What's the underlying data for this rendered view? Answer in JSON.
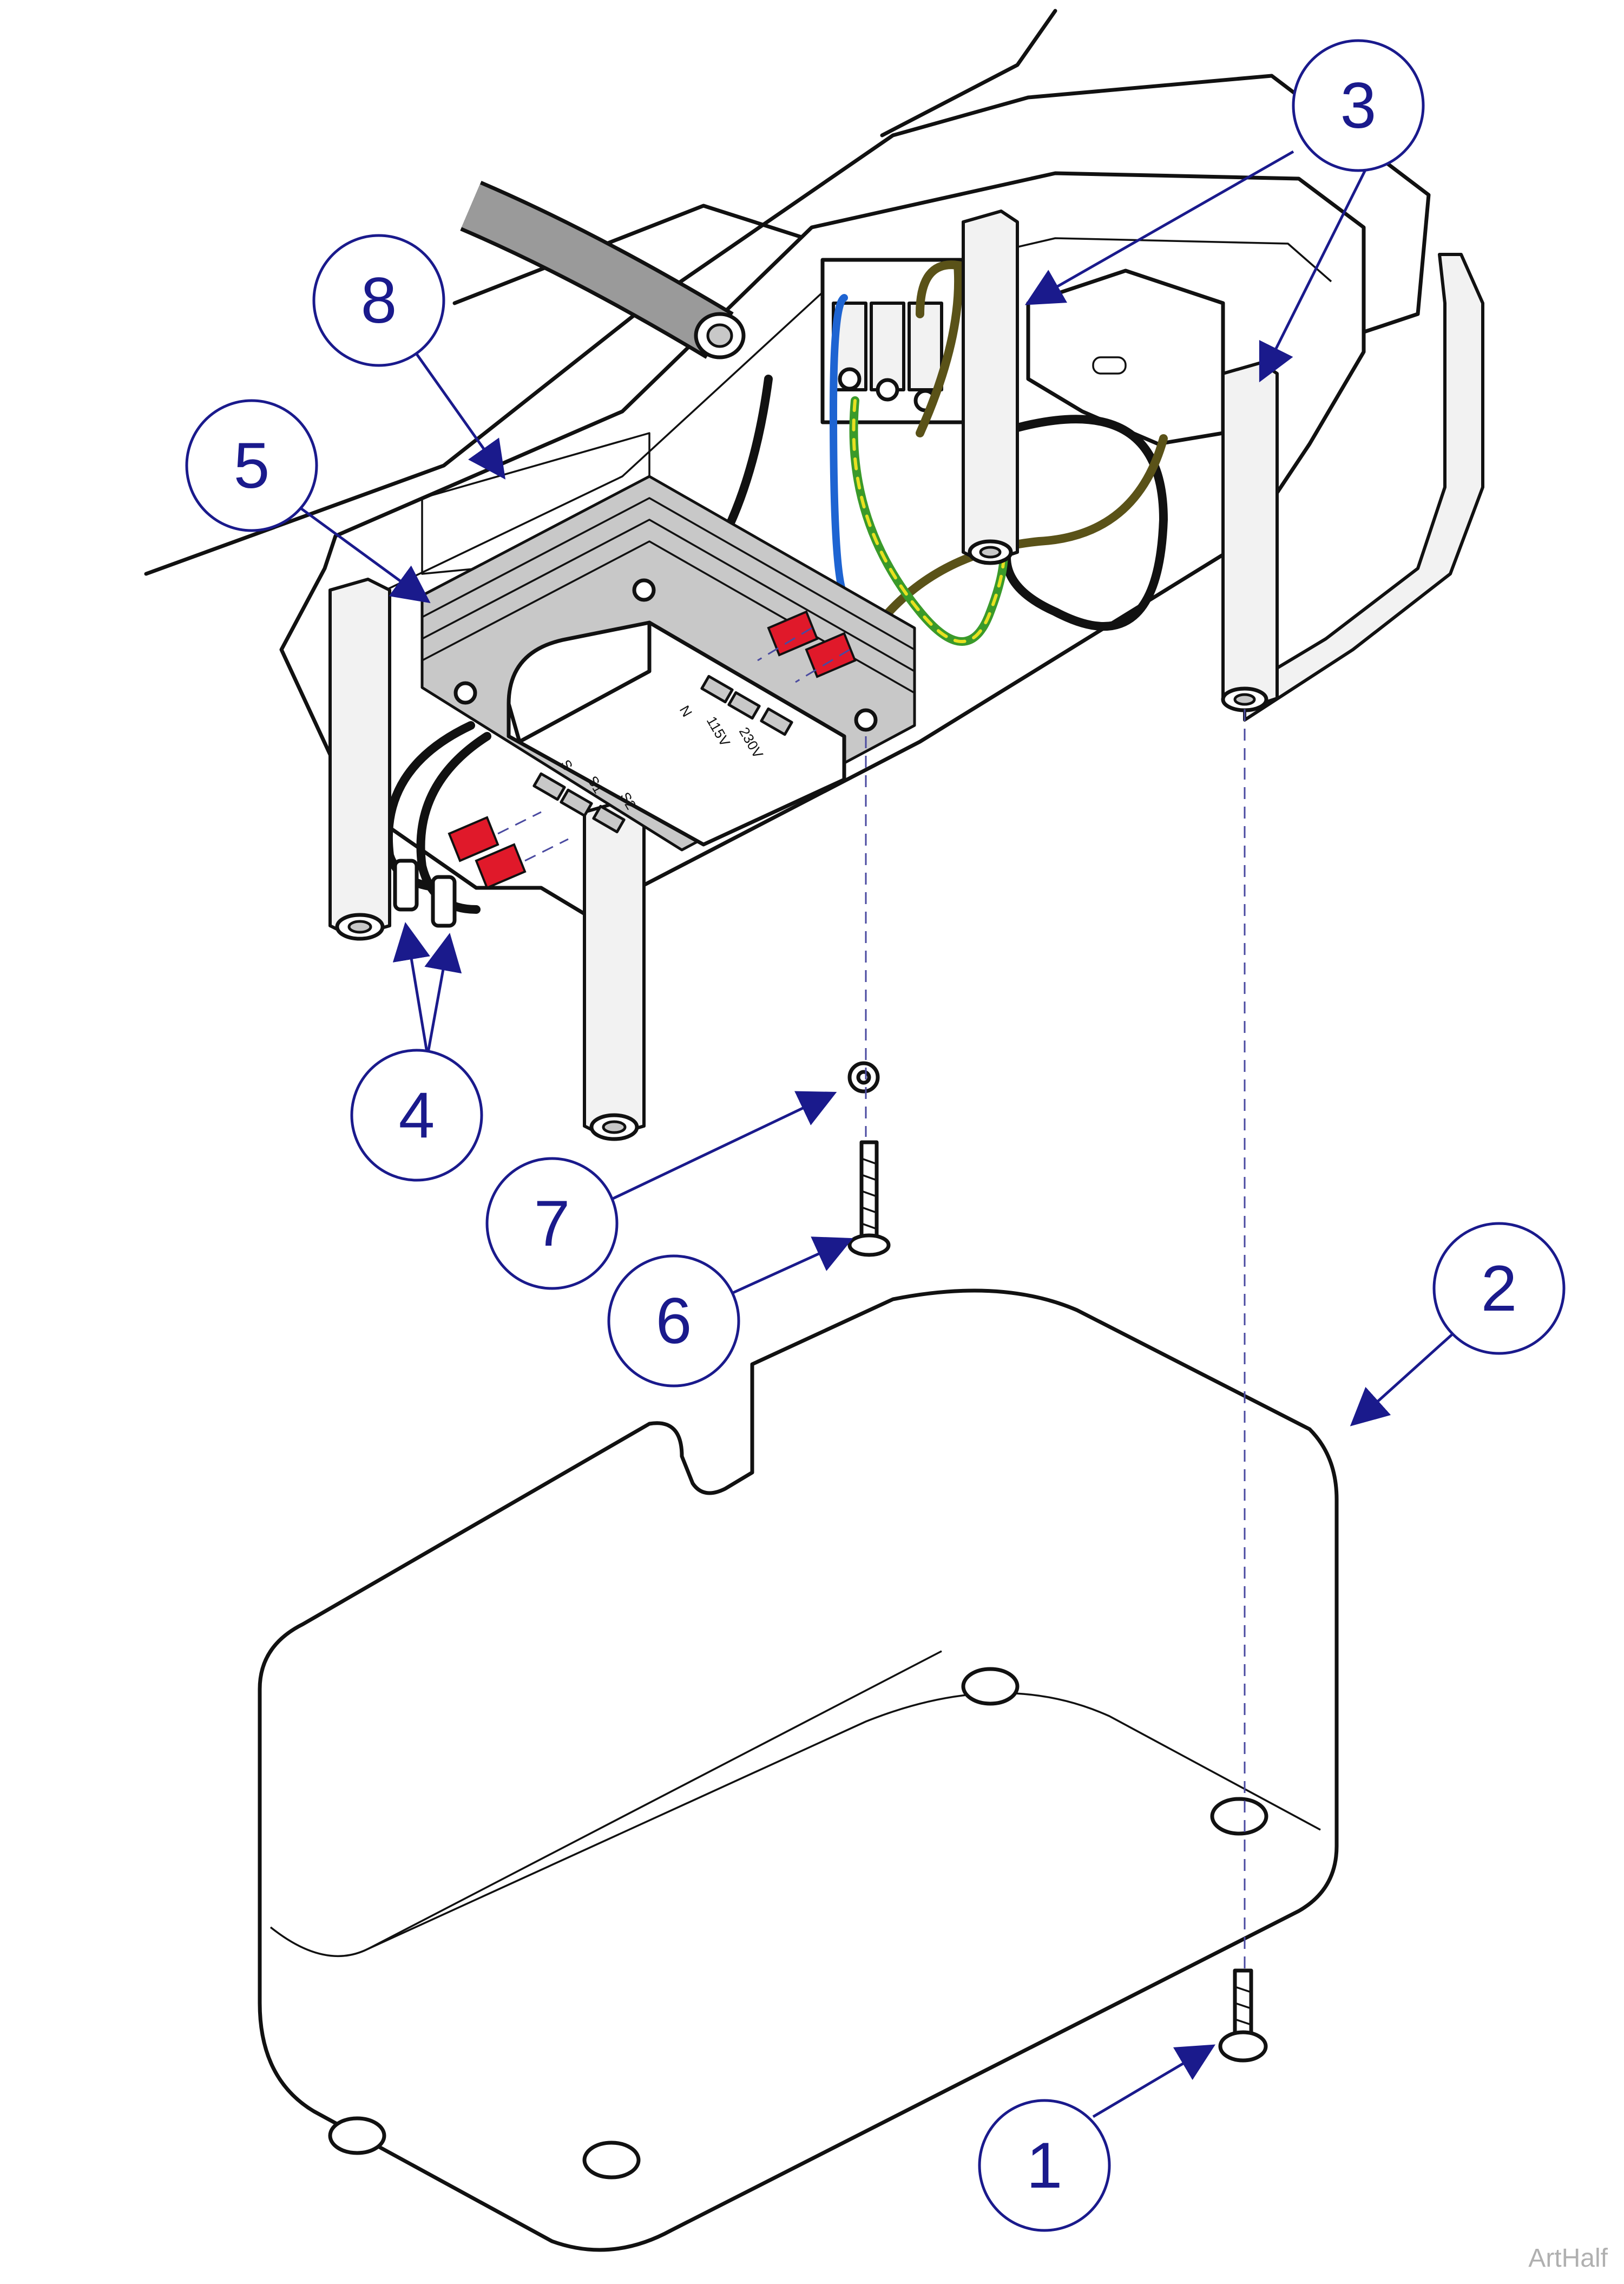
{
  "callouts": [
    {
      "id": "1",
      "label": "1"
    },
    {
      "id": "2",
      "label": "2"
    },
    {
      "id": "3",
      "label": "3"
    },
    {
      "id": "4",
      "label": "4"
    },
    {
      "id": "5",
      "label": "5"
    },
    {
      "id": "6",
      "label": "6"
    },
    {
      "id": "7",
      "label": "7"
    },
    {
      "id": "8",
      "label": "8"
    }
  ],
  "transformer_labels": {
    "n": "N",
    "v115": "115V",
    "v230": "230V",
    "s": "S",
    "s1": "S1",
    "s2": "S2"
  },
  "watermark": "ArtHalf",
  "colors": {
    "callout": "#1a1a8c",
    "terminal": "#e0192a",
    "wire_blue": "#1e64d2",
    "wire_brown": "#5a5218",
    "wire_ground_green": "#3a9a2a",
    "wire_ground_yellow": "#e8e020"
  }
}
